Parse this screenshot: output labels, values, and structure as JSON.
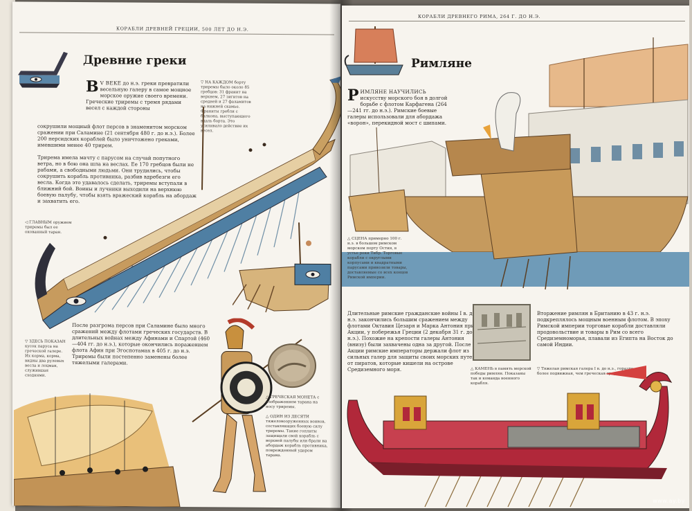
{
  "left_page": {
    "running_head": "КОРАБЛИ ДРЕВНЕЙ ГРЕЦИИ, 500 ЛЕТ ДО Н.Э.",
    "title": "Древние греки",
    "intro_dropcap": "В",
    "intro_lead": "V ВЕКЕ",
    "intro_rest": "до н.э. греки превратили весельную галеру в самое мощное морское оружие своего времени. Греческие триремы с тремя рядами весел с каждой стороны",
    "intro_cont": "сокрушили мощный флот персов в знаменитом морском сражении при Саламине (21 сентября 480 г. до н.э.). Более 200 персидских кораблей было уничтожено греками, имевшими менее 40 трирем.",
    "sail_text": "Трирема имела мачту с парусом на случай попутного ветра, но в бою она шла на веслах. Ее 170 гребцов были не рабами, а свободными людьми. Они трудились, чтобы сокрушить корабль противника, разбив вдребезги его весла. Когда это удавалось сделать, триремы вступали в ближний бой. Воины и лучники выходили на верхнюю боевую палубу, чтобы взять вражеский корабль на абордаж и захватить его.",
    "rowers_caption": "▽ НА КАЖДОМ борту триремы было около 85 гребцов: 31 франит на верхнем, 27 зигитов на средней и 27 фаламитов на нижней скамье. Франиты гребли с балкона, выступающего вдаль борта. Это усиливало действие их весел.",
    "ram_caption": "◁ ГЛАВНЫМ оружием триремы был ее окованный таран.",
    "salamis_text": "После разгрома персов при Саламине было много сражений между флотами греческих государств. В длительных войнах между Афинами и Спартой (460—404 гг. до н.э.), которые окончились поражением флота Афин при Эгоспотамах в 405 г. до н.э. Триремы были постепенно заменены более тяжелыми галерами.",
    "sail_caption": "▽ ЗДЕСЬ ПОКАЗАН кусок паруса на греческой галере. Их корма, корма, видны два рулевых весла и лоцман, служившая сходнями.",
    "coin_caption": "△ ГРЕЧЕСКАЯ МОНЕТА с изображением тарана на носу триремы.",
    "hoplite_caption": "△ ОДИН ИЗ ДЕСЯТИ тяжеловооруженных воинов, составляющих боевую силу триремы. Такие гоплиты защищали свой корабль с верхней палубы или брали на абордаж корабль противника, поврежденный ударом тарана."
  },
  "right_page": {
    "running_head": "КОРАБЛИ ДРЕВНЕГО РИМА, 264 Г. ДО Н.Э.",
    "title": "Римляне",
    "intro_dropcap": "Р",
    "intro_lead": "ИМЛЯНЕ НАУЧИЛИСЬ",
    "intro_rest": "искусству морского боя в долгой борьбе с флотом Карфагена (264—241 гг. до н.э.). Римские боевые галеры использовали для абордажа «ворон», перекидной мост с шипами.",
    "harbor_caption": "△ СЦЕНА примерно 100 г. н.э. в большом римском морском порту Остия, в устье реки Тибр. Торговые корабли с округлыми корпусами и квадратными парусами привозили товары, доставляемые со всех концов Римской империи.",
    "actium_text": "Длительные римские гражданские войны I в. до н.э. закончились большим сражением между флотами Октавия Цезаря и Марка Антония при Акции, у побережья Греции (2 декабря 31 г. до н.э.). Похожие на крепости галеры Антония (внизу) были захвачены одна за другой. После Акции римские императоры держали флот из сильных галер для защиты своих морских путей от пиратов, которые кишели на острове Средиземного моря.",
    "britain_text": "Вторжение римлян в Британию в 43 г. н.э. подкреплялось мощным военным флотом. В эпоху Римской империи торговые корабли доставляли продовольствие и товары в Рим со всего Средиземноморья, плавали из Египта на Восток до самой Индии.",
    "stone_caption": "△ КАМЕНЬ в память морской победы римлян. Показаны так и команда военного корабля.",
    "galley_caption": "▽ Тяжелая римская галера I в. до н.э., гораздо более подвижная, чем греческая трирема."
  },
  "watermark": "www.ay.by",
  "colors": {
    "paper": "#f7f4ee",
    "sea": "#6f9bb8",
    "wood": "#c89a5a",
    "sail": "#e0a978",
    "galley_red": "#b1283a",
    "tower": "#d9a53a"
  }
}
